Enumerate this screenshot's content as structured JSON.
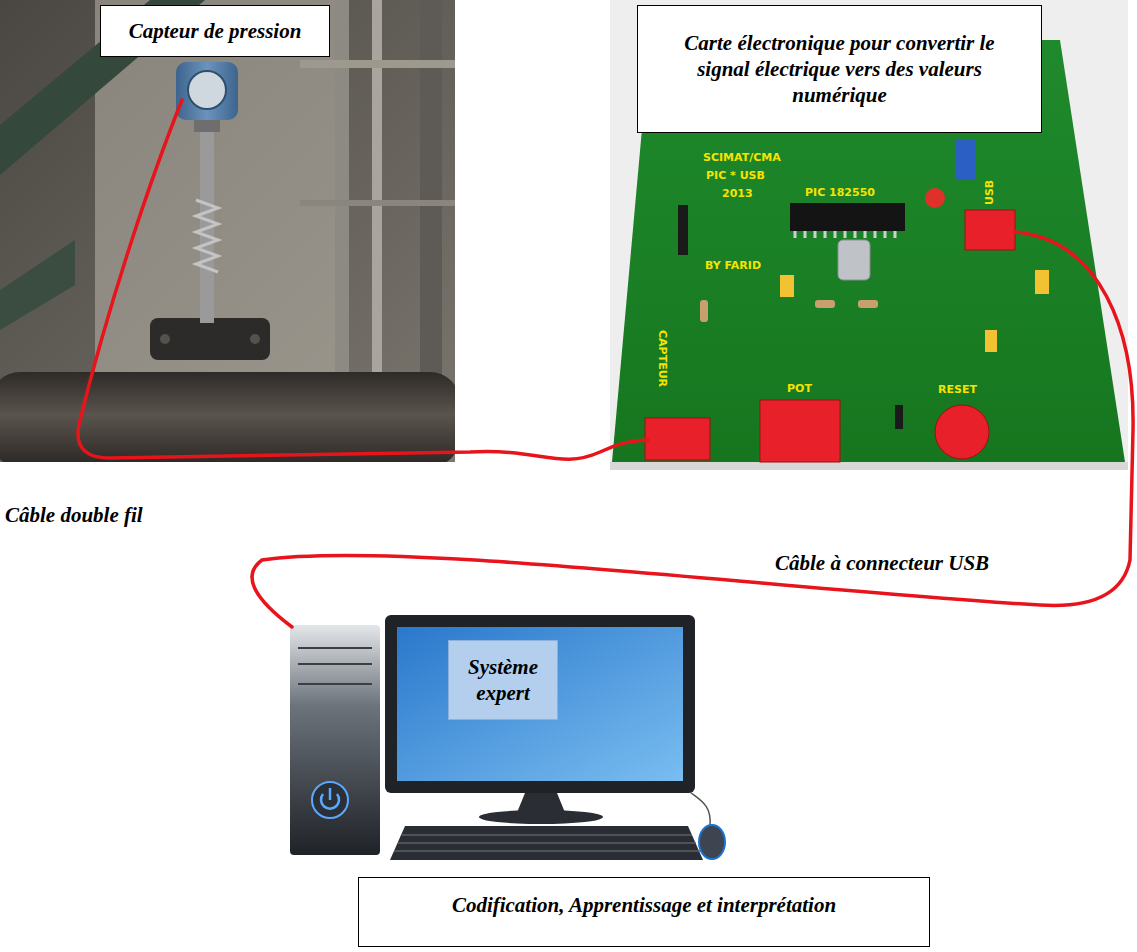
{
  "diagram": {
    "nodes": [
      {
        "text": [
          "Capteur de pression"
        ]
      },
      {
        "text": [
          "Carte électronique pour convertir le signal électrique vers des valeurs numérique"
        ]
      },
      {
        "text": [
          "Système expert"
        ]
      },
      {
        "text": [
          "Codification, Apprentissage et interprétation"
        ]
      }
    ],
    "labels": [
      "Câble double fil",
      "Câble à connecteur USB",
      "SCIMAT/CMA",
      "PIC * USB",
      "2013",
      "BY FARID",
      "PIC 182550",
      "USB",
      "POT",
      "RESET",
      "CAPTEUR"
    ]
  }
}
